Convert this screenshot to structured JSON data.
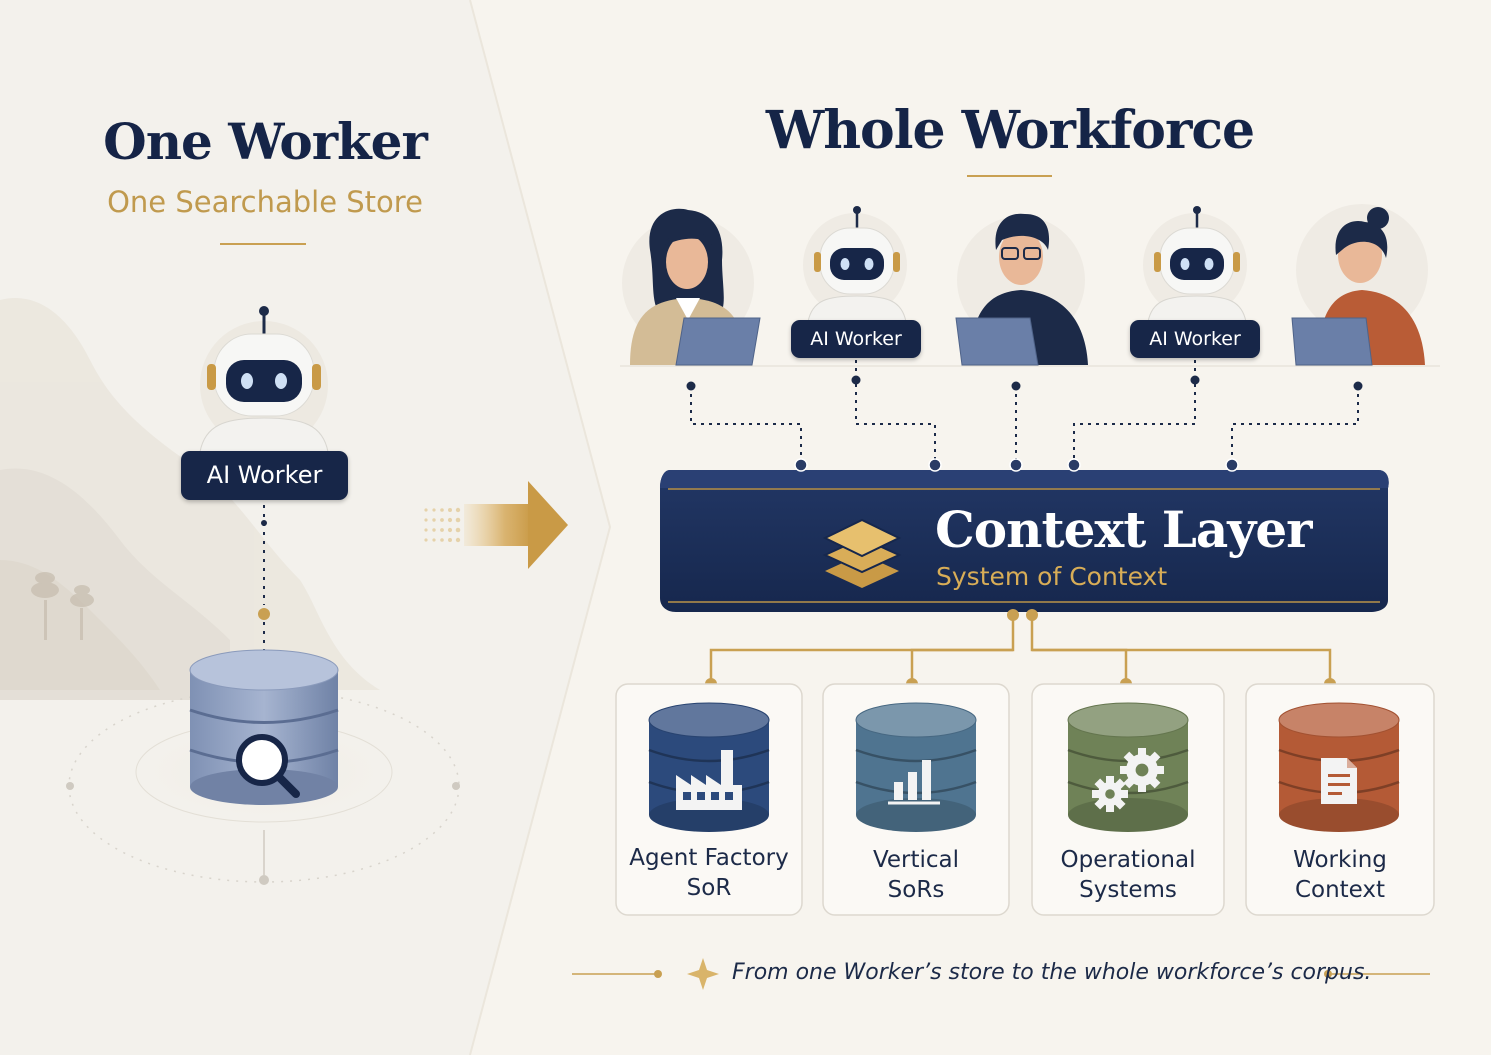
{
  "left": {
    "title": "One Worker",
    "subtitle": "One Searchable Store",
    "worker_label": "AI Worker"
  },
  "right": {
    "title": "Whole Workforce",
    "workers": [
      {
        "kind": "human",
        "label": ""
      },
      {
        "kind": "robot",
        "label": "AI Worker"
      },
      {
        "kind": "human",
        "label": ""
      },
      {
        "kind": "robot",
        "label": "AI Worker"
      },
      {
        "kind": "human",
        "label": ""
      }
    ],
    "context_layer": {
      "title": "Context Layer",
      "subtitle": "System of Context",
      "icon": "layers-icon"
    },
    "stores": [
      {
        "line1": "Agent Factory",
        "line2": "SoR",
        "color": "#2c4a7c",
        "icon": "factory-icon"
      },
      {
        "line1": "Vertical",
        "line2": "SoRs",
        "color": "#4f7490",
        "icon": "bar-chart-icon"
      },
      {
        "line1": "Operational",
        "line2": "Systems",
        "color": "#6f8257",
        "icon": "gears-icon"
      },
      {
        "line1": "Working",
        "line2": "Context",
        "color": "#b45a36",
        "icon": "document-icon"
      }
    ]
  },
  "footer": {
    "text": "From one Worker’s store to the whole workforce’s corpus."
  },
  "colors": {
    "navy": "#172648",
    "gold": "#c9a052",
    "background": "#f7f4ee"
  }
}
